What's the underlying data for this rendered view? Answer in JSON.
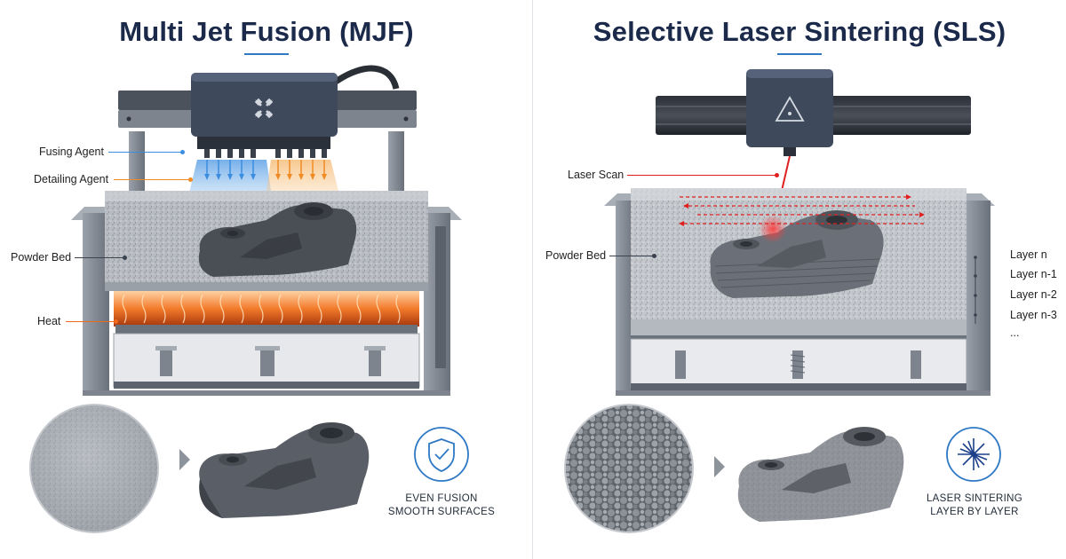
{
  "mjf": {
    "title": "Multi Jet Fusion (MJF)",
    "labels": {
      "fusing_agent": "Fusing Agent",
      "detailing_agent": "Detailing Agent",
      "powder_bed": "Powder Bed",
      "heat": "Heat"
    },
    "caption_line1": "EVEN FUSION",
    "caption_line2": "SMOOTH SURFACES",
    "caption_icon": "shield-check-icon"
  },
  "sls": {
    "title": "Selective Laser Sintering (SLS)",
    "labels": {
      "laser_scan": "Laser Scan",
      "powder_bed": "Powder Bed"
    },
    "layers": [
      "Layer n",
      "Layer n-1",
      "Layer n-2",
      "Layer n-3",
      "..."
    ],
    "caption_line1": "LASER SINTERING",
    "caption_line2": "LAYER BY LAYER",
    "caption_icon": "laser-burst-icon"
  },
  "colors": {
    "accent_blue": "#2f78c4",
    "fusing_agent": "#3b8de0",
    "detailing_agent": "#f08a24",
    "heat": "#f06a1e",
    "laser": "#e02020",
    "machine_body": "#5d6470",
    "printhead": "#3e4a5c"
  }
}
